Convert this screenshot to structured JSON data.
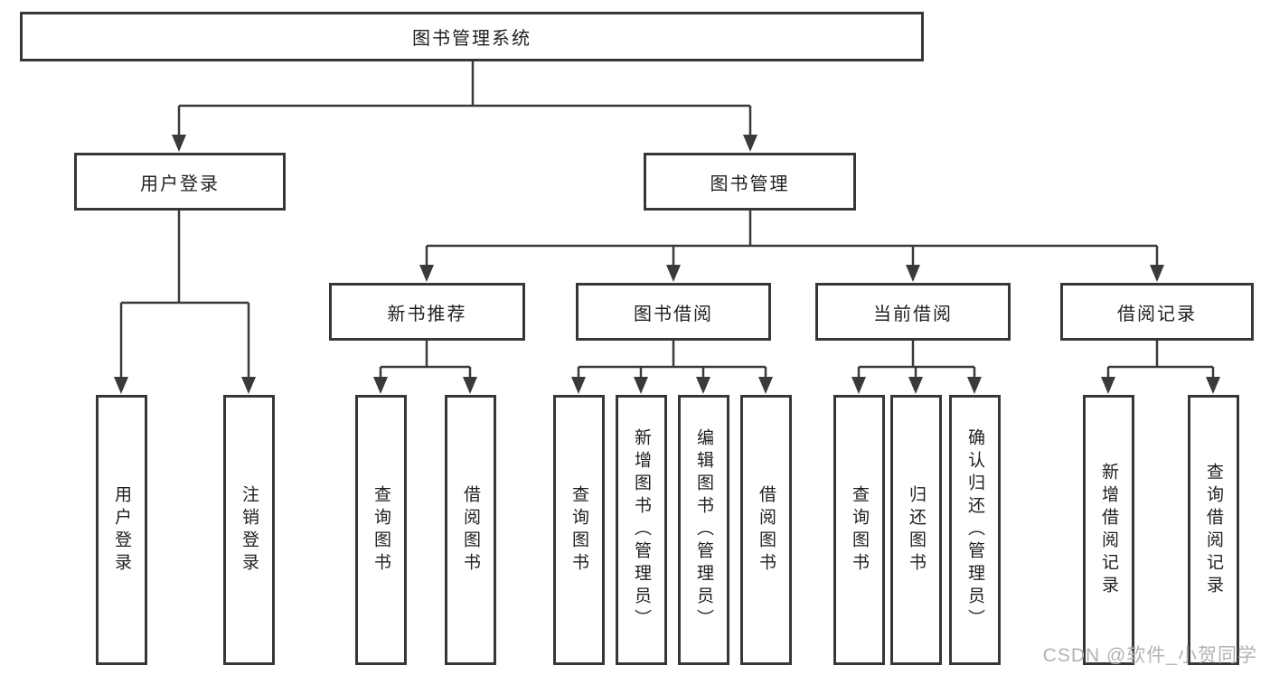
{
  "tree": {
    "root": {
      "label": "图书管理系统"
    },
    "branches": [
      {
        "label": "用户登录",
        "children": [
          {
            "label": "用户登录"
          },
          {
            "label": "注销登录"
          }
        ]
      },
      {
        "label": "图书管理",
        "children": [
          {
            "label": "新书推荐",
            "children": [
              {
                "label": "查询图书"
              },
              {
                "label": "借阅图书"
              }
            ]
          },
          {
            "label": "图书借阅",
            "children": [
              {
                "label": "查询图书"
              },
              {
                "label": "新增图书（管理员）"
              },
              {
                "label": "编辑图书（管理员）"
              },
              {
                "label": "借阅图书"
              }
            ]
          },
          {
            "label": "当前借阅",
            "children": [
              {
                "label": "查询图书"
              },
              {
                "label": "归还图书"
              },
              {
                "label": "确认归还（管理员）"
              }
            ]
          },
          {
            "label": "借阅记录",
            "children": [
              {
                "label": "新增借阅记录"
              },
              {
                "label": "查询借阅记录"
              }
            ]
          }
        ]
      }
    ]
  },
  "colors": {
    "line": "#3a3a3a",
    "box_border": "#373737",
    "text": "#1f1f1f",
    "watermark": "#b3b3b3",
    "background": "#ffffff"
  },
  "watermark": {
    "text": "CSDN @软件_小贺同学"
  }
}
